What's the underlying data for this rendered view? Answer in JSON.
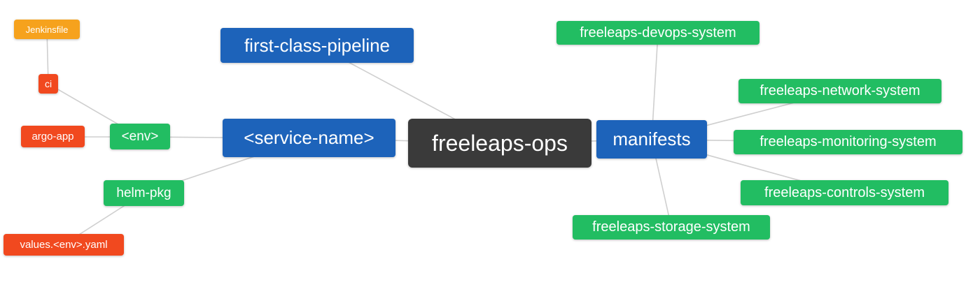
{
  "colors": {
    "root_bg": "#3a3a3a",
    "blue": "#1d63ba",
    "green": "#22bd62",
    "orange": "#f6a21d",
    "red": "#f1491f",
    "edge_line": "#cfcfcf",
    "text": "#ffffff"
  },
  "nodes": {
    "root": {
      "label": "freeleaps-ops",
      "color": "#3a3a3a"
    },
    "first_class_pipeline": {
      "label": "first-class-pipeline",
      "color": "#1d63ba"
    },
    "service_name": {
      "label": "<service-name>",
      "color": "#1d63ba"
    },
    "env": {
      "label": "<env>",
      "color": "#22bd62"
    },
    "ci": {
      "label": "ci",
      "color": "#f1491f"
    },
    "jenkinsfile": {
      "label": "Jenkinsfile",
      "color": "#f6a21d"
    },
    "argo_app": {
      "label": "argo-app",
      "color": "#f1491f"
    },
    "helm_pkg": {
      "label": "helm-pkg",
      "color": "#22bd62"
    },
    "values_env_yaml": {
      "label": "values.<env>.yaml",
      "color": "#f1491f"
    },
    "manifests": {
      "label": "manifests",
      "color": "#1d63ba"
    },
    "devops_system": {
      "label": "freeleaps-devops-system",
      "color": "#22bd62"
    },
    "network_system": {
      "label": "freeleaps-network-system",
      "color": "#22bd62"
    },
    "monitoring_system": {
      "label": "freeleaps-monitoring-system",
      "color": "#22bd62"
    },
    "controls_system": {
      "label": "freeleaps-controls-system",
      "color": "#22bd62"
    },
    "storage_system": {
      "label": "freeleaps-storage-system",
      "color": "#22bd62"
    }
  },
  "edges": [
    {
      "from": "jenkinsfile",
      "to": "ci"
    },
    {
      "from": "ci",
      "to": "env"
    },
    {
      "from": "argo_app",
      "to": "env"
    },
    {
      "from": "env",
      "to": "service_name"
    },
    {
      "from": "helm_pkg",
      "to": "service_name"
    },
    {
      "from": "values_env_yaml",
      "to": "helm_pkg"
    },
    {
      "from": "first_class_pipeline",
      "to": "root"
    },
    {
      "from": "service_name",
      "to": "root"
    },
    {
      "from": "root",
      "to": "manifests"
    },
    {
      "from": "manifests",
      "to": "devops_system"
    },
    {
      "from": "manifests",
      "to": "network_system"
    },
    {
      "from": "manifests",
      "to": "monitoring_system"
    },
    {
      "from": "manifests",
      "to": "controls_system"
    },
    {
      "from": "manifests",
      "to": "storage_system"
    }
  ]
}
